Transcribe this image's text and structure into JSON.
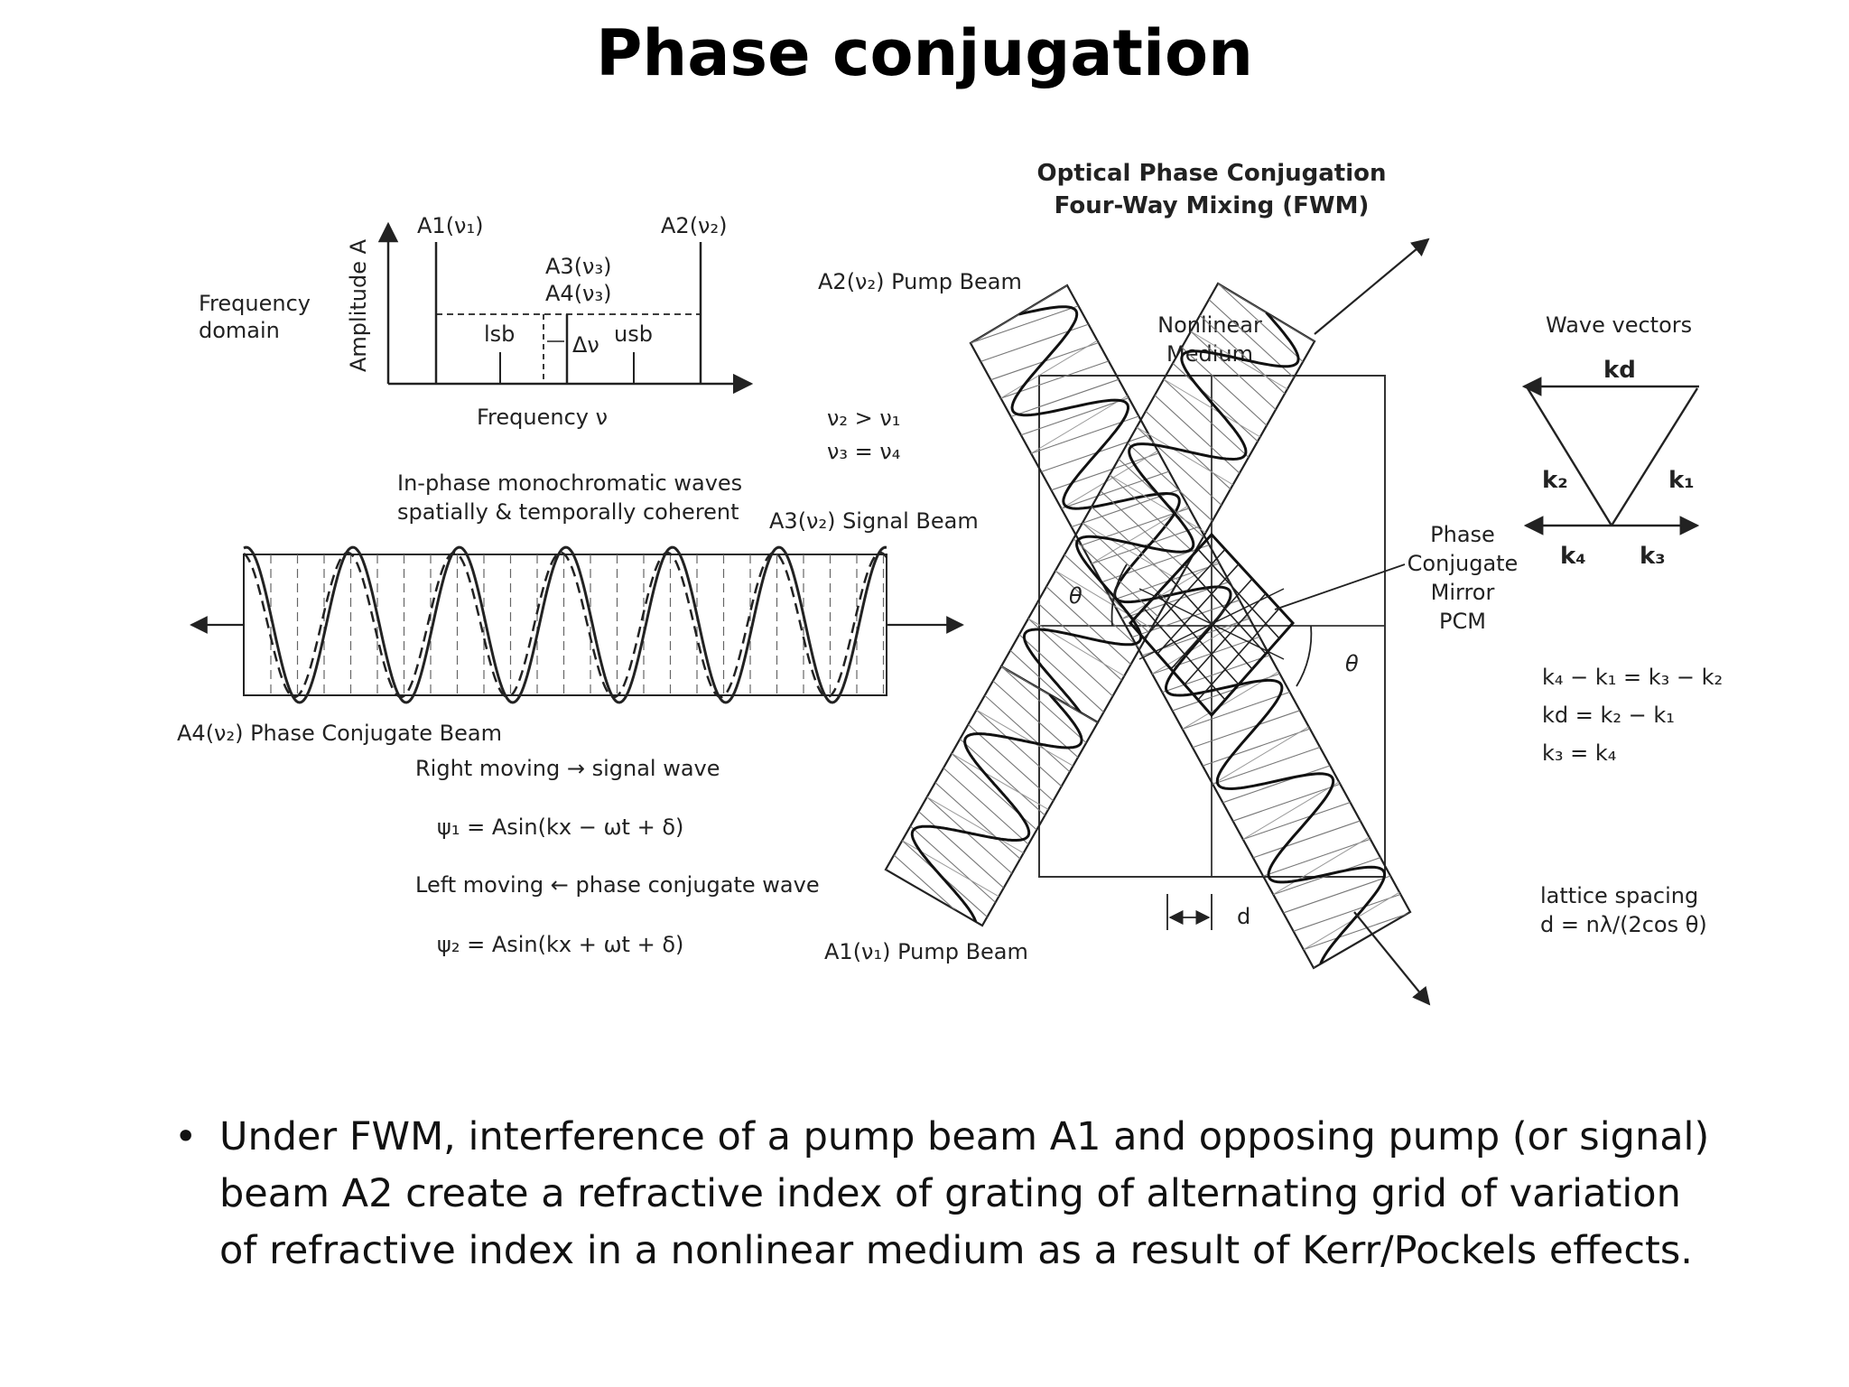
{
  "slide": {
    "title": "Phase conjugation",
    "bullet_symbol": "•",
    "bullet": "Under FWM, interference of a pump beam A1 and opposing pump (or signal) beam A2 create a refractive index of grating of alternating grid of variation of refractive index in a nonlinear medium as a result of  Kerr/Pockels effects."
  },
  "diagram": {
    "heading_line1": "Optical Phase Conjugation",
    "heading_line2": "Four-Way Mixing (FWM)",
    "frequency_panel": {
      "domain_line1": "Frequency",
      "domain_line2": "domain",
      "y_axis": "Amplitude A",
      "x_axis": "Frequency ν",
      "a1": "A1(ν₁)",
      "a2": "A2(ν₂)",
      "a3": "A3(ν₃)",
      "a4": "A4(ν₃)",
      "lsb": "lsb",
      "usb": "usb",
      "delta": "Δν"
    },
    "wave_panel": {
      "caption_line1": "In-phase monochromatic waves",
      "caption_line2": "spatially & temporally coherent",
      "signal_beam": "A3(ν₂)  Signal Beam",
      "conjugate_beam": "A4(ν₂)  Phase Conjugate Beam",
      "right_moving": "Right moving → signal wave",
      "psi1": "ψ₁ = Asin(kx − ωt + δ)",
      "left_moving": "Left moving ← phase conjugate wave",
      "psi2": "ψ₂ = Asin(kx + ωt + δ)"
    },
    "fwm_panel": {
      "pump_top": "A2(ν₂)  Pump Beam",
      "pump_bottom": "A1(ν₁)  Pump Beam",
      "freq_rel1": "ν₂ > ν₁",
      "freq_rel2": "ν₃ = ν₄",
      "medium_line1": "Nonlinear",
      "medium_line2": "Medium",
      "pcm_line1": "Phase",
      "pcm_line2": "Conjugate",
      "pcm_line3": "Mirror",
      "pcm_line4": "PCM",
      "theta": "θ",
      "spacing": "d"
    },
    "vectors_panel": {
      "title": "Wave vectors",
      "kd": "kd",
      "k1": "k₁",
      "k2": "k₂",
      "k3": "k₃",
      "k4": "k₄",
      "eq1": "k₄ − k₁ =  k₃ − k₂",
      "eq2": "kd =  k₂ − k₁",
      "eq3": "k₃ = k₄",
      "lattice_line1": "lattice spacing",
      "lattice_line2": "d = nλ/(2cos θ)"
    }
  }
}
